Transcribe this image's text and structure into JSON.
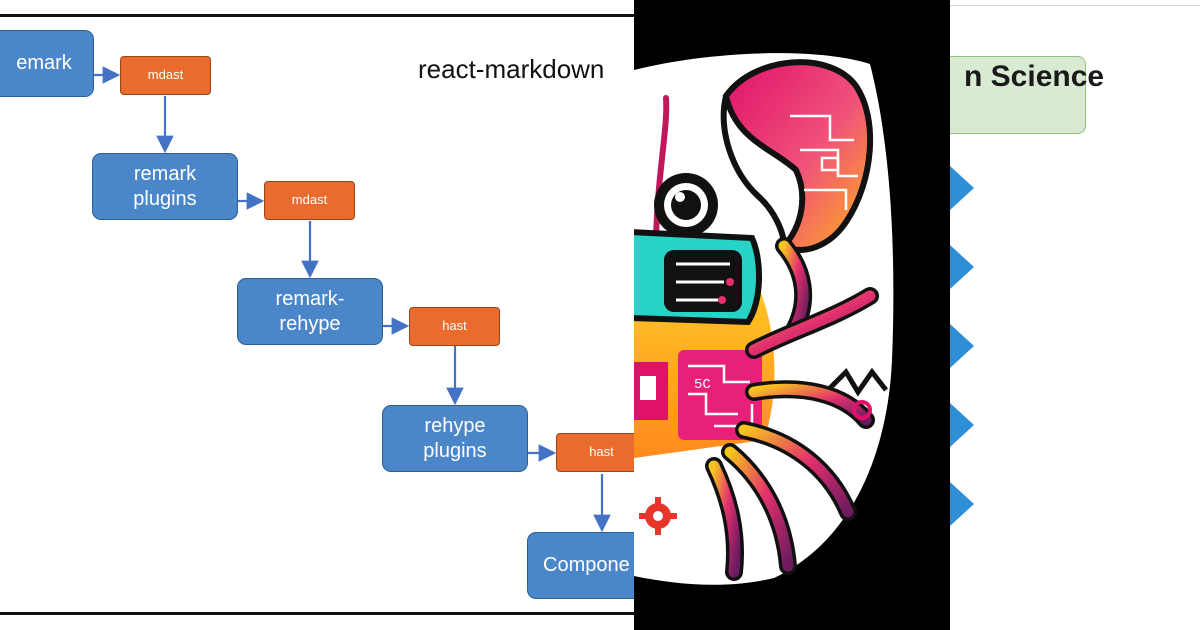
{
  "diagram": {
    "title": "react-markdown",
    "nodes": {
      "remark": "emark",
      "mdast_1": "mdast",
      "remark_plugins": "remark\nplugins",
      "mdast_2": "mdast",
      "remark_rehype": "remark-\nrehype",
      "hast_1": "hast",
      "rehype_plugins": "rehype\nplugins",
      "hast_2": "hast",
      "components": "Compone"
    }
  },
  "slide": {
    "heading": "n Science"
  },
  "colors": {
    "node_blue": "#4a86c8",
    "node_orange": "#e96b2d",
    "arrow": "#4472c4",
    "heading_box": "#d9ead3",
    "chevron": "#2e8fd6"
  },
  "icons": [
    "crab-illustration-icon",
    "chevron-right-icon"
  ]
}
